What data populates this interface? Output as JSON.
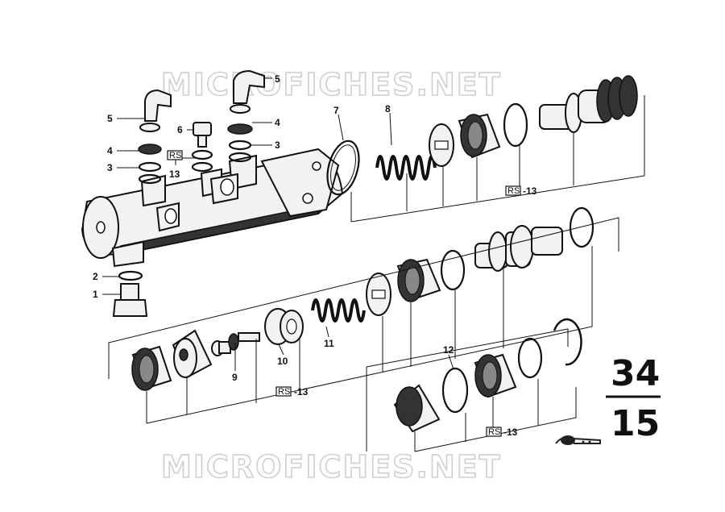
{
  "watermark": "MICROFICHES.NET",
  "page_number": {
    "top": "34",
    "bottom": "15"
  },
  "reference_badge": "RS",
  "callouts": {
    "c1": "1",
    "c2": "2",
    "c3a": "3",
    "c3b": "3",
    "c4a": "4",
    "c4b": "4",
    "c5a": "5",
    "c5b": "5",
    "c6": "6",
    "c7": "7",
    "c8": "8",
    "c9": "9",
    "c10": "10",
    "c11": "11",
    "c12": "12",
    "c13a": "13",
    "c13b": "-13",
    "c13c": "-13",
    "c13d": "-13"
  }
}
